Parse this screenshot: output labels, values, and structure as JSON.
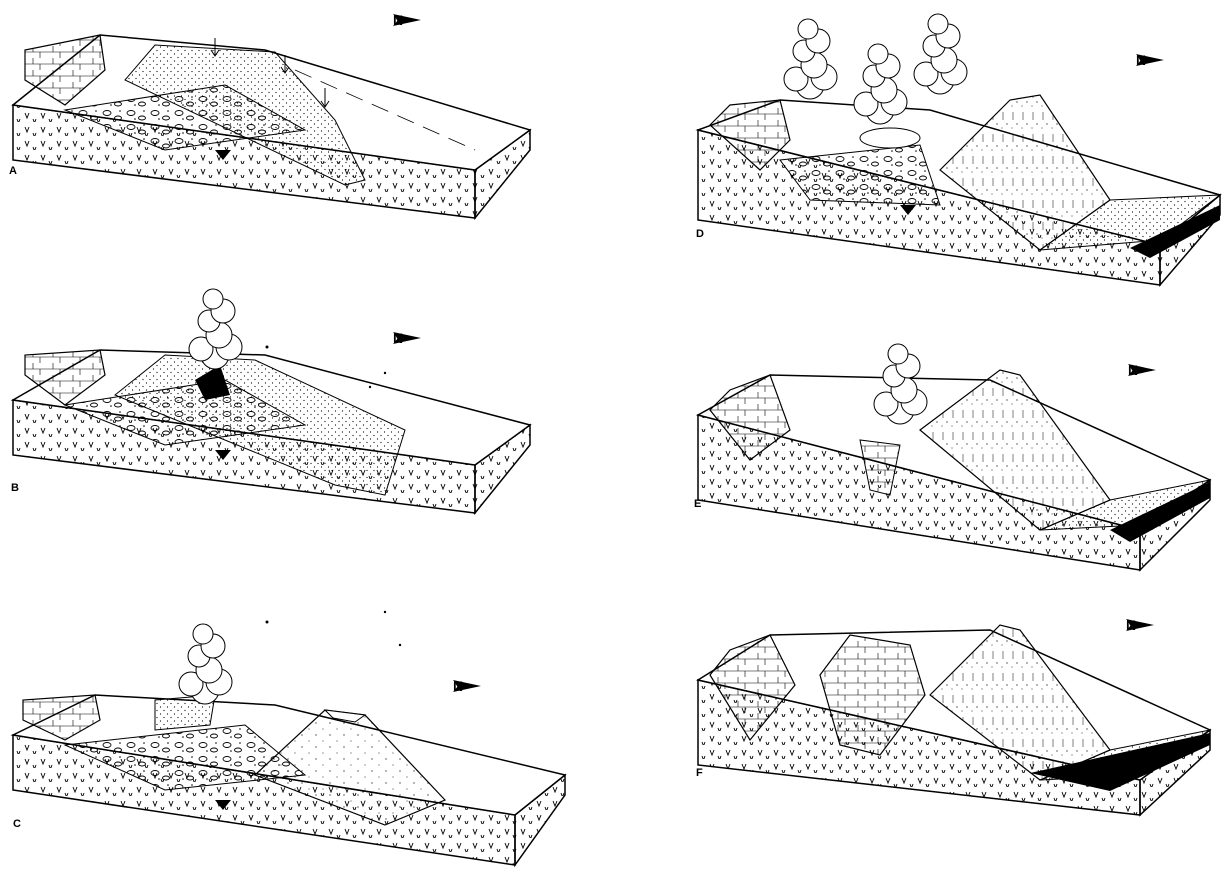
{
  "figure": {
    "panels": [
      {
        "id": "A",
        "label": "A",
        "north": "N"
      },
      {
        "id": "B",
        "label": "B",
        "north": "N"
      },
      {
        "id": "C",
        "label": "C",
        "north": "N"
      },
      {
        "id": "D",
        "label": "D",
        "north": "N"
      },
      {
        "id": "E",
        "label": "E",
        "north": "N"
      },
      {
        "id": "F",
        "label": "F",
        "north": "N"
      }
    ]
  }
}
